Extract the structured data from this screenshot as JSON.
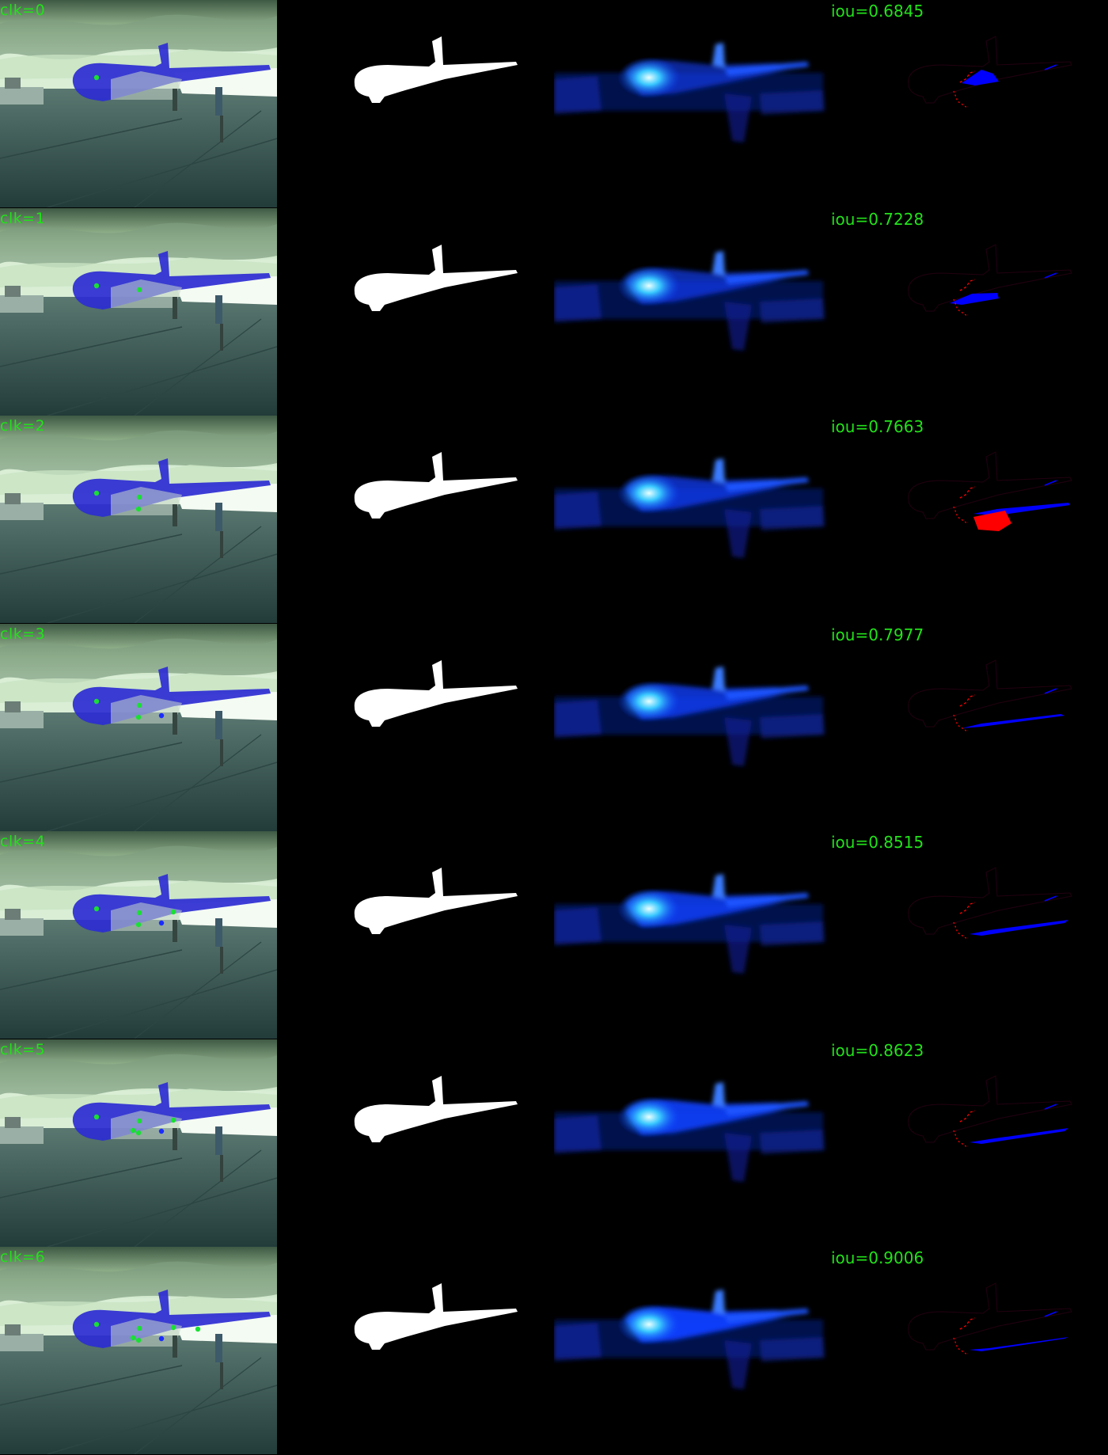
{
  "colors": {
    "background": "#000000",
    "label_green": "#22e21a",
    "click_point_green": "#19e033",
    "click_point_blue": "#1a2cff",
    "plane_overlay_blue": "#2a2ad0",
    "error_blue": "#0000ff",
    "error_red": "#ff0000"
  },
  "columns": [
    "image-with-clicks",
    "ground-truth-mask",
    "probability-map",
    "error-map"
  ],
  "rows": [
    {
      "clk": "clk=0",
      "iou": "iou=0.6845"
    },
    {
      "clk": "clk=1",
      "iou": "iou=0.7228"
    },
    {
      "clk": "clk=2",
      "iou": "iou=0.7663"
    },
    {
      "clk": "clk=3",
      "iou": "iou=0.7977"
    },
    {
      "clk": "clk=4",
      "iou": "iou=0.8515"
    },
    {
      "clk": "clk=5",
      "iou": "iou=0.8623"
    },
    {
      "clk": "clk=6",
      "iou": "iou=0.9006"
    }
  ]
}
